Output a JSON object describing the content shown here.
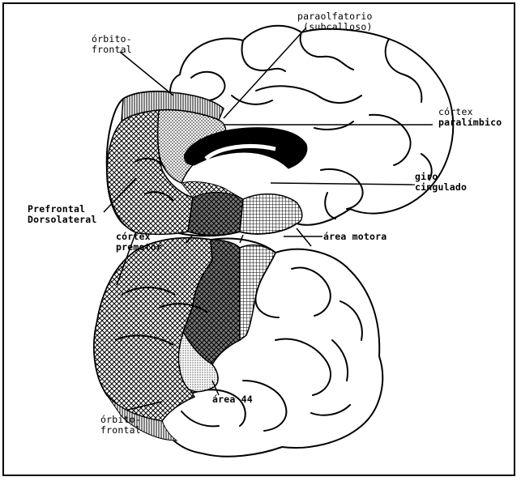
{
  "labels": {
    "orbitofrontal_top_line1": "órbito-",
    "orbitofrontal_top_line2": "frontal",
    "paraolfatorio_line1": "paraolfatorio",
    "paraolfatorio_line2": "(subcalloso)",
    "cortex_paralimbico_line1": "córtex",
    "cortex_paralimbico_line2": "paralímbico",
    "giro_cingulado_line1": "giro",
    "giro_cingulado_line2": "cingulado",
    "prefrontal_line1": "Prefrontal",
    "prefrontal_line2": "Dorsolateral",
    "cortex_premotor_line1": "córtex",
    "cortex_premotor_line2": "premotor",
    "area_motora": "área motora",
    "area_44": "área 44",
    "orbitofrontal_bottom_line1": "órbito-",
    "orbitofrontal_bottom_line2": "frontal"
  },
  "colors": {
    "ink": "#000000",
    "paper": "#ffffff",
    "premotor_fill": "#6e6e6e"
  }
}
